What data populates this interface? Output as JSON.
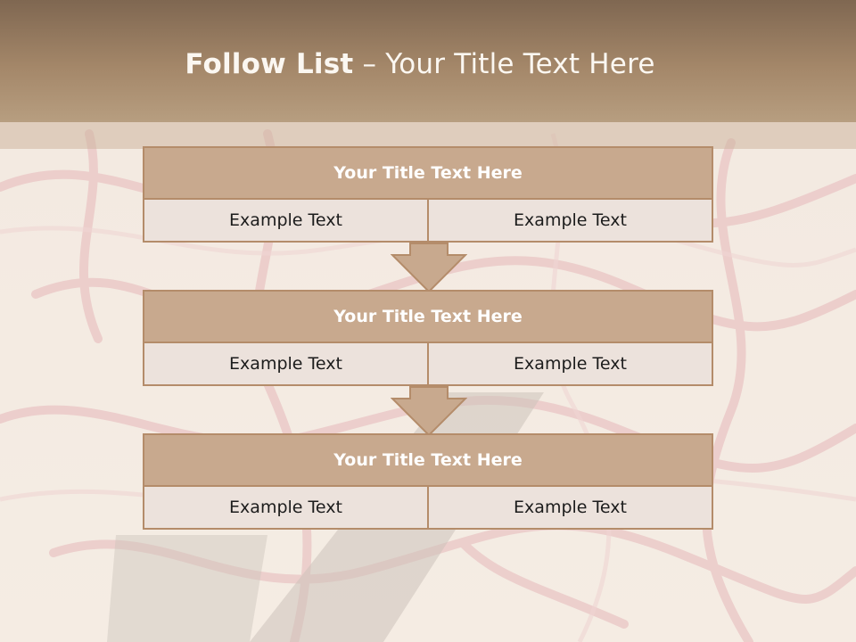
{
  "header": {
    "title_bold": "Follow List",
    "title_rest": " – Your Title Text Here"
  },
  "blocks": [
    {
      "title": "Your Title Text Here",
      "left": "Example Text",
      "right": "Example Text"
    },
    {
      "title": "Your Title Text Here",
      "left": "Example Text",
      "right": "Example Text"
    },
    {
      "title": "Your Title Text Here",
      "left": "Example Text",
      "right": "Example Text"
    }
  ],
  "colors": {
    "header_dark": "#7f6751",
    "header_light": "#b79e80",
    "box_fill": "#c8a98e",
    "box_border": "#b48c6a",
    "cell_fill": "#ece2dc"
  }
}
